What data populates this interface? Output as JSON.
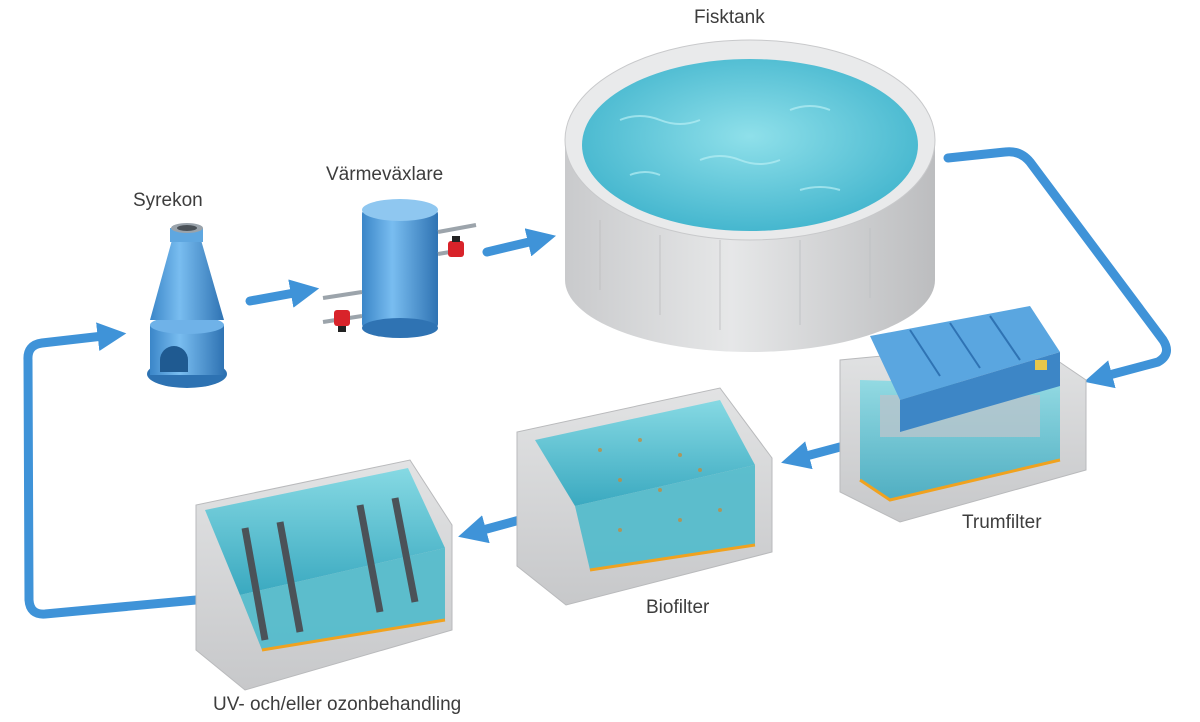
{
  "labels": {
    "fisktank": "Fisktank",
    "syrekon": "Syrekon",
    "varmevaxlare": "Värmeväxlare",
    "trumfilter": "Trumfilter",
    "biofilter": "Biofilter",
    "uv_ozon": "UV- och/eller ozonbehandling"
  },
  "colors": {
    "flow_arrow": "#3f93d8",
    "water": "#5cc6d8",
    "concrete": "#d9dadb",
    "equipment_blue": "#4c9edb",
    "valve_red": "#d8232a",
    "liner_orange": "#f0a21f"
  },
  "icons": [
    "flow-arrow",
    "cone-icon",
    "tank-icon",
    "valve-icon"
  ]
}
